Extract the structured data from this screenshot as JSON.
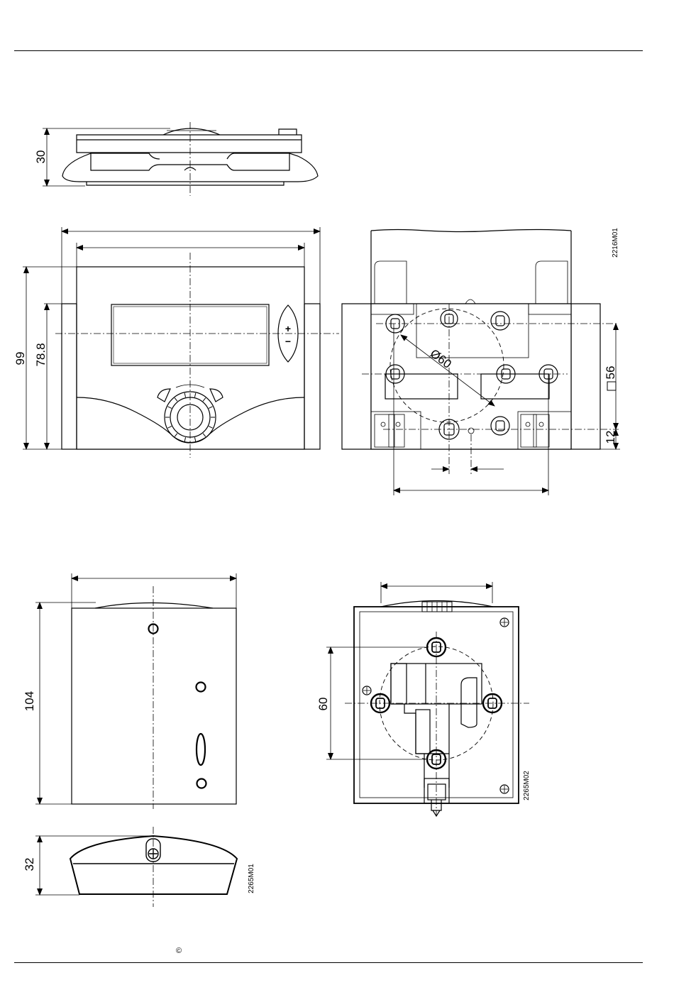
{
  "page": {
    "copyright_symbol": "©"
  },
  "dimensions": {
    "top_side_height": "30",
    "front_height_outer": "99",
    "front_height_inner": "78.8",
    "back_circle_diameter": "Ø60",
    "back_square": "56",
    "back_offset": "12",
    "base_height": "104",
    "base_side_height": "32",
    "base_back_spacing": "60"
  },
  "drawing_codes": {
    "upper_drawing": "2216M01",
    "lower_left_drawing": "2265M01",
    "lower_right_drawing": "2265M02"
  },
  "front_panel": {
    "plus_symbol": "+",
    "minus_symbol": "−"
  }
}
